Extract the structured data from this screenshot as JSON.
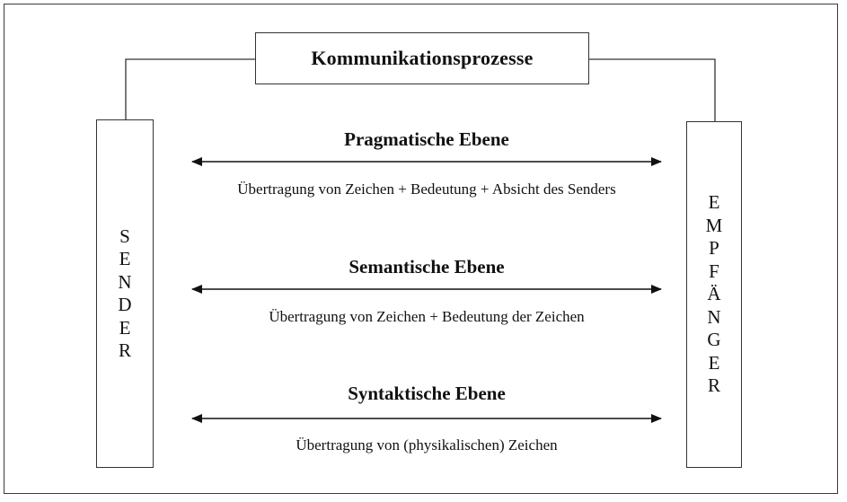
{
  "title": "Kommunikationsprozesse",
  "sender": [
    "S",
    "E",
    "N",
    "D",
    "E",
    "R"
  ],
  "receiver": [
    "E",
    "M",
    "P",
    "F",
    "Ä",
    "N",
    "G",
    "E",
    "R"
  ],
  "levels": [
    {
      "title": "Pragmatische Ebene",
      "desc": "Übertragung von Zeichen + Bedeutung + Absicht des Senders"
    },
    {
      "title": "Semantische Ebene",
      "desc": "Übertragung von Zeichen + Bedeutung der Zeichen"
    },
    {
      "title": "Syntaktische Ebene",
      "desc": "Übertragung von (physikalischen) Zeichen"
    }
  ]
}
